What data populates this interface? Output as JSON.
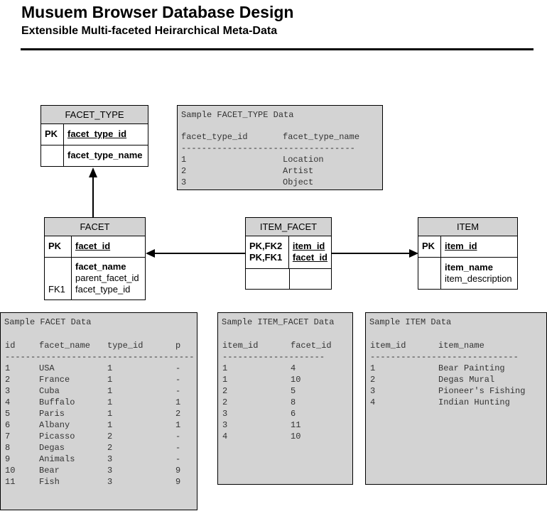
{
  "header": {
    "title": "Musuem Browser Database Design",
    "subtitle": "Extensible Multi-faceted Heirarchical Meta-Data"
  },
  "entities": {
    "facet_type": {
      "name": "FACET_TYPE",
      "pk_label": "PK",
      "pk_field": "facet_type_id",
      "field": "facet_type_name"
    },
    "facet": {
      "name": "FACET",
      "pk_label": "PK",
      "pk_field": "facet_id",
      "fk_label": "FK1",
      "fields": [
        "facet_name",
        "parent_facet_id",
        "facet_type_id"
      ]
    },
    "item_facet": {
      "name": "ITEM_FACET",
      "keys": [
        "PK,FK2",
        "PK,FK1"
      ],
      "pk_fields": [
        "item_id",
        "facet_id"
      ]
    },
    "item": {
      "name": "ITEM",
      "pk_label": "PK",
      "pk_field": "item_id",
      "fields": [
        "item_name",
        "item_description"
      ]
    }
  },
  "samples": {
    "facet_type": {
      "title": "Sample FACET_TYPE Data",
      "columns": [
        "facet_type_id",
        "facet_type_name"
      ],
      "separator": "----------------------------------",
      "rows": [
        [
          "1",
          "Location"
        ],
        [
          "2",
          "Artist"
        ],
        [
          "3",
          "Object"
        ]
      ]
    },
    "facet": {
      "title": "Sample FACET Data",
      "columns": [
        "id",
        "facet_name",
        "type_id",
        "p"
      ],
      "separator": "-------------------------------------",
      "rows": [
        [
          "1",
          "USA",
          "1",
          "-"
        ],
        [
          "2",
          "France",
          "1",
          "-"
        ],
        [
          "3",
          "Cuba",
          "1",
          "-"
        ],
        [
          "4",
          "Buffalo",
          "1",
          "1"
        ],
        [
          "5",
          "Paris",
          "1",
          "2"
        ],
        [
          "6",
          "Albany",
          "1",
          "1"
        ],
        [
          "7",
          "Picasso",
          "2",
          "-"
        ],
        [
          "8",
          "Degas",
          "2",
          "-"
        ],
        [
          "9",
          "Animals",
          "3",
          "-"
        ],
        [
          "10",
          "Bear",
          "3",
          "9"
        ],
        [
          "11",
          "Fish",
          "3",
          "9"
        ]
      ]
    },
    "item_facet": {
      "title": "Sample ITEM_FACET Data",
      "columns": [
        "item_id",
        "facet_id"
      ],
      "separator": "--------------------",
      "rows": [
        [
          "1",
          "4"
        ],
        [
          "1",
          "10"
        ],
        [
          "2",
          "5"
        ],
        [
          "2",
          "8"
        ],
        [
          "3",
          "6"
        ],
        [
          "3",
          "11"
        ],
        [
          "4",
          "10"
        ]
      ]
    },
    "item": {
      "title": "Sample ITEM Data",
      "columns": [
        "item_id",
        "item_name"
      ],
      "separator": "-----------------------------",
      "rows": [
        [
          "1",
          "Bear Painting"
        ],
        [
          "2",
          "Degas Mural"
        ],
        [
          "3",
          "Pioneer's Fishing"
        ],
        [
          "4",
          "Indian Hunting"
        ]
      ]
    }
  }
}
